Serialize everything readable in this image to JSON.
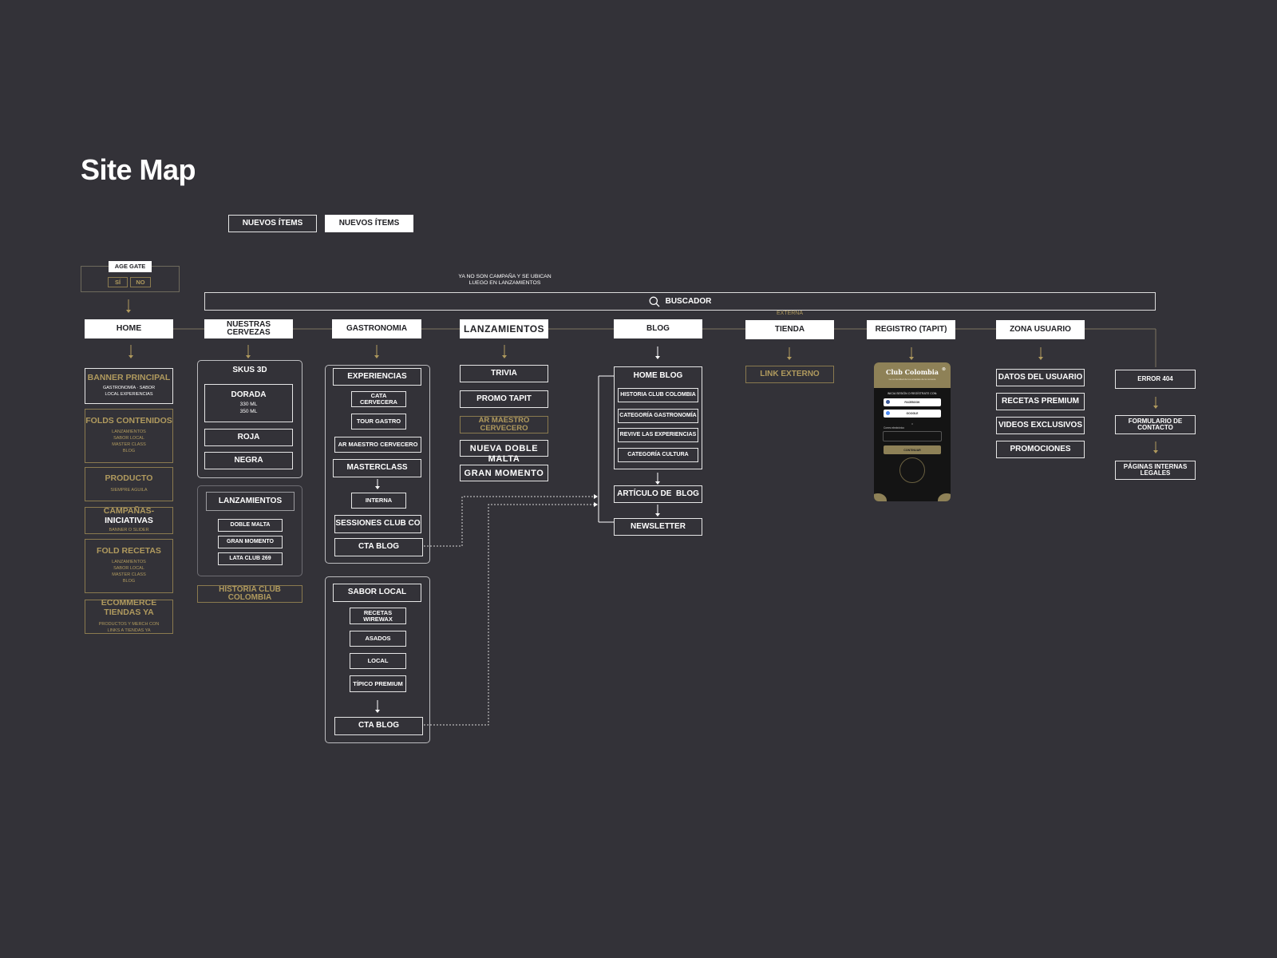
{
  "title": "Site Map",
  "legend": {
    "new_items_outline": "NUEVOS ÍTEMS",
    "new_items_filled": "NUEVOS ÍTEMS"
  },
  "age_gate": {
    "label": "AGE GATE",
    "yes": "SÍ",
    "no": "NO"
  },
  "note": "YA NO SON CAMPAÑA Y SE UBICAN LUEGO EN LANZAMIENTOS",
  "search": {
    "label": "BUSCADOR",
    "icon": "search-icon"
  },
  "nav": {
    "home": "HOME",
    "cervezas": "NUESTRAS CERVEZAS",
    "gastronomia": "GASTRONOMIA",
    "lanzamientos": "LANZAMIENTOS",
    "blog": "BLOG",
    "tienda": "TIENDA",
    "tienda_tag": "EXTERNA",
    "registro": "REGISTRO (TAPIT)",
    "zona_usuario": "ZONA USUARIO"
  },
  "home": {
    "banner_title": "BANNER PRINCIPAL",
    "banner_sub": "GASTRONOMÍA · SABOR LOCAL EXPERIENCIAS",
    "folds_title": "FOLDS CONTENIDOS",
    "folds_items": [
      "LANZAMIENTOS",
      "SABOR LOCAL",
      "MASTER CLASS",
      "BLOG"
    ],
    "producto_title": "PRODUCTO",
    "producto_sub": "SIEMPRE AGUILA",
    "campanas_title_gold": "CAMPAÑAS-",
    "campanas_title_white": "INICIATIVAS",
    "campanas_sub": "BANNER O SLIDER",
    "recetas_title": "FOLD RECETAS",
    "recetas_items": [
      "LANZAMIENTOS",
      "SABOR LOCAL",
      "MASTER CLASS",
      "BLOG"
    ],
    "ecommerce_title": "ECOMMERCE TIENDAS YA",
    "ecommerce_sub": "PRODUCTOS Y MERCH CON LINKS A TIENDAS YA"
  },
  "cervezas": {
    "skus_title": "SKUS 3D",
    "dorada": "DORADA",
    "dorada_sizes": [
      "330 ML",
      "350 ML"
    ],
    "roja": "ROJA",
    "negra": "NEGRA",
    "lanzamientos_title": "LANZAMIENTOS",
    "lanzamientos_items": [
      "DOBLE MALTA",
      "GRAN MOMENTO",
      "LATA CLUB 269"
    ],
    "historia": "HISTORIA CLUB COLOMBIA"
  },
  "gastronomia": {
    "experiencias": "EXPERIENCIAS",
    "cata": "CATA CERVECERA",
    "tour": "TOUR GASTRO",
    "ar_maestro": "AR MAESTRO CERVECERO",
    "masterclass": "MASTERCLASS",
    "interna": "INTERNA",
    "sessiones": "SESSIONES CLUB CO",
    "cta_blog_1": "CTA BLOG",
    "sabor_local": "SABOR LOCAL",
    "sabor_items": [
      "RECETAS WIREWAX",
      "ASADOS",
      "LOCAL",
      "TÍPICO PREMIUM"
    ],
    "cta_blog_2": "CTA BLOG"
  },
  "lanzamientos": {
    "trivia": "TRIVIA",
    "promo": "PROMO TAPIT",
    "ar_maestro": "AR MAESTRO CERVECERO",
    "doble_malta": "NUEVA DOBLE MALTA",
    "gran_momento": "GRAN MOMENTO"
  },
  "blog": {
    "home_blog": "HOME BLOG",
    "categories": [
      "HISTORIA CLUB COLOMBIA",
      "CATEGORÍA GASTRONOMÍA",
      "REVIVE LAS EXPERIENCIAS",
      "CATEGORÍA CULTURA"
    ],
    "articulo": "ARTÍCULO DE  BLOG",
    "newsletter": "NEWSLETTER"
  },
  "tienda": {
    "link": "LINK EXTERNO"
  },
  "registro_screen": {
    "logo": "Club Colombia",
    "tagline": "La comunidad de los amantes de la cerveza",
    "prompt": "INICIA SESIÓN O REGÍSTRATE CON:",
    "facebook": "FACEBOOK",
    "google": "GOOGLE",
    "separator": "o",
    "email_label": "Correo electrónico",
    "cta": "CONTINUAR"
  },
  "zona_usuario": {
    "items": [
      "DATOS DEL USUARIO",
      "RECETAS PREMIUM",
      "VIDEOS EXCLUSIVOS",
      "PROMOCIONES"
    ]
  },
  "extra": {
    "error": "ERROR 404",
    "formulario": "FORMULARIO DE CONTACTO",
    "legales": "PÁGINAS INTERNAS LEGALES"
  },
  "colors": {
    "background": "#333238",
    "gold": "#b09a5e",
    "gold_border": "#8a7a4f",
    "white": "#ffffff"
  }
}
